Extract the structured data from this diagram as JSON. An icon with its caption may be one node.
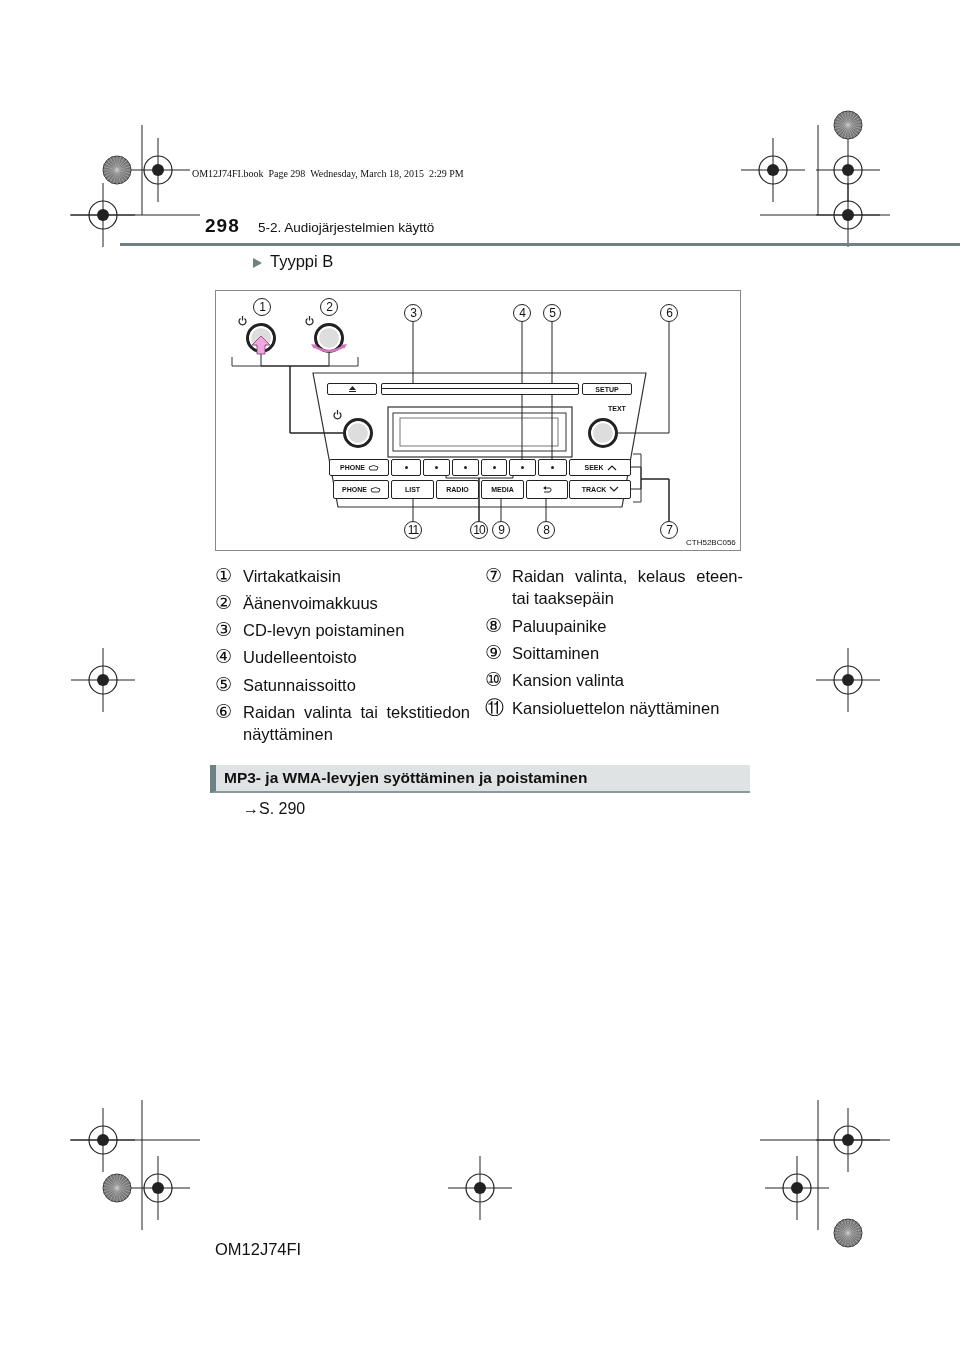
{
  "diagram": {
    "nodes": [
      {
        "text": [],
        "shape": "circle"
      },
      {
        "text": [],
        "shape": "circle"
      },
      {
        "text": [
          "3"
        ]
      },
      {
        "text": [
          "4"
        ]
      },
      {
        "text": [
          "5"
        ]
      },
      {
        "text": [
          "6"
        ]
      },
      {
        "text": [],
        "shape": "circle"
      },
      {
        "text": [],
        "shape": "box"
      },
      {
        "text": [],
        "shape": "circle",
        "beside": [
          "TEXT"
        ]
      },
      {
        "text": [],
        "shape": "box"
      },
      {
        "text": [],
        "shape": "box"
      },
      {
        "text": [],
        "shape": "box"
      },
      {
        "text": [
          "SEEK"
        ]
      },
      {
        "text": [
          "LIST"
        ]
      },
      {
        "text": [
          "MEDIA"
        ]
      },
      {
        "text": [],
        "shape": "box"
      },
      {
        "text": [
          "TRACK"
        ]
      },
      {
        "text": [
          "11"
        ]
      },
      {
        "text": [
          "10"
        ]
      },
      {
        "text": [
          "9"
        ]
      },
      {
        "text": [
          "8"
        ]
      },
      {
        "text": [
          "7"
        ]
      },
      {
        "text": [],
        "shape": "box"
      },
      {
        "text": [
          "SETUP"
        ]
      },
      {
        "text": [
          "PHONE"
        ]
      },
      {
        "text": [],
        "shape": "box"
      },
      {
        "text": [],
        "shape": "box"
      },
      {
        "text": [],
        "shape": "box"
      },
      {
        "text": [
          "PHONE"
        ]
      },
      {
        "text": [
          "RADIO"
        ]
      },
      {
        "text": [
          "1"
        ]
      },
      {
        "text": [
          "2"
        ]
      }
    ],
    "edges": [
      {
        "from": 0,
        "to": 6,
        "arrow": "none"
      },
      {
        "from": 1,
        "to": 6,
        "arrow": "none"
      },
      {
        "from": 2,
        "to": 7,
        "arrow": "none"
      },
      {
        "from": 3,
        "to": 10,
        "arrow": "none"
      },
      {
        "from": 4,
        "to": 11,
        "arrow": "none"
      },
      {
        "from": 5,
        "to": 8,
        "arrow": "none"
      },
      {
        "from": 21,
        "to": 12,
        "arrow": "none"
      },
      {
        "from": 21,
        "to": 16,
        "arrow": "none"
      },
      {
        "from": 20,
        "to": 15,
        "arrow": "none"
      },
      {
        "from": 19,
        "to": 14,
        "arrow": "none"
      },
      {
        "from": 18,
        "to": 9,
        "arrow": "none"
      },
      {
        "from": 18,
        "to": 10,
        "arrow": "none"
      },
      {
        "from": 17,
        "to": 13,
        "arrow": "none"
      }
    ],
    "labels": [
      "OM12J74FI.book  Page 298  Wednesday, March 18, 2015  2:29 PM",
      "298",
      "5-2. Audiojärjestelmien käyttö",
      "Tyyppi B",
      "CTH52BC056",
      "①",
      "Virtakatkaisin",
      "②",
      "Äänenvoimakkuus",
      "③",
      "CD-levyn poistaminen",
      "④",
      "Uudelleentoisto",
      "⑤",
      "Satunnaissoitto",
      "⑥",
      "Raidan valinta tai tekstitiedon näyttäminen",
      "⑦",
      "Raidan valinta, kelaus eteen- tai taaksepäin",
      "⑧",
      "Paluupainike",
      "⑨",
      "Soittaminen",
      "⑩",
      "Kansion valinta",
      "⑪",
      "Kansioluettelon näyttäminen",
      "MP3- ja WMA-levyjen syöttäminen ja poistaminen",
      "→S. 290",
      "OM12J74FI"
    ]
  }
}
